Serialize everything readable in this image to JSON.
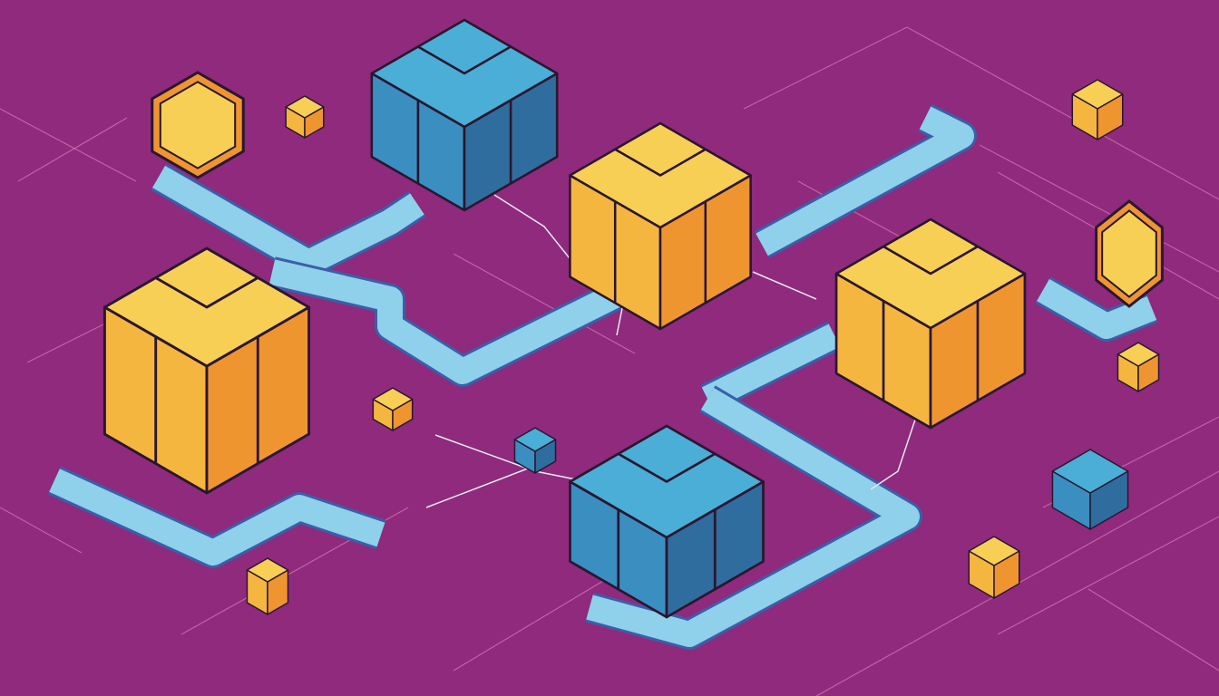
{
  "colors": {
    "background": "#8f2a7c",
    "grid_line": "#d77bb8",
    "path_fill": "#8fd0ea",
    "path_edge": "#3a5fa8",
    "yellow_top": "#f7cf55",
    "yellow_left": "#f5b640",
    "yellow_right": "#ef9530",
    "blue_top": "#4aaed6",
    "blue_left": "#3a8fc0",
    "blue_right": "#2f6d9e",
    "outline": "#2a1630"
  },
  "scene": {
    "description_icons": [
      "isometric-cube",
      "hexagon-coin",
      "connector-path",
      "wire"
    ]
  }
}
